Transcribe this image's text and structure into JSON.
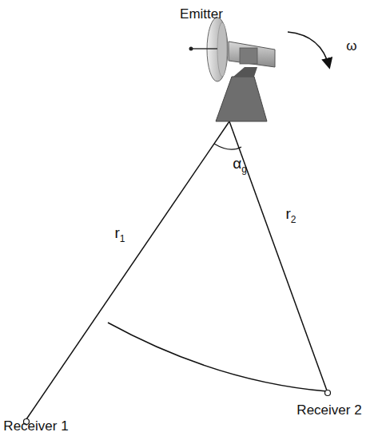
{
  "diagram": {
    "labels": [
      "Emitter",
      "ω",
      "αg",
      "r1",
      "r2",
      "Receiver 1",
      "Receiver 2"
    ]
  }
}
